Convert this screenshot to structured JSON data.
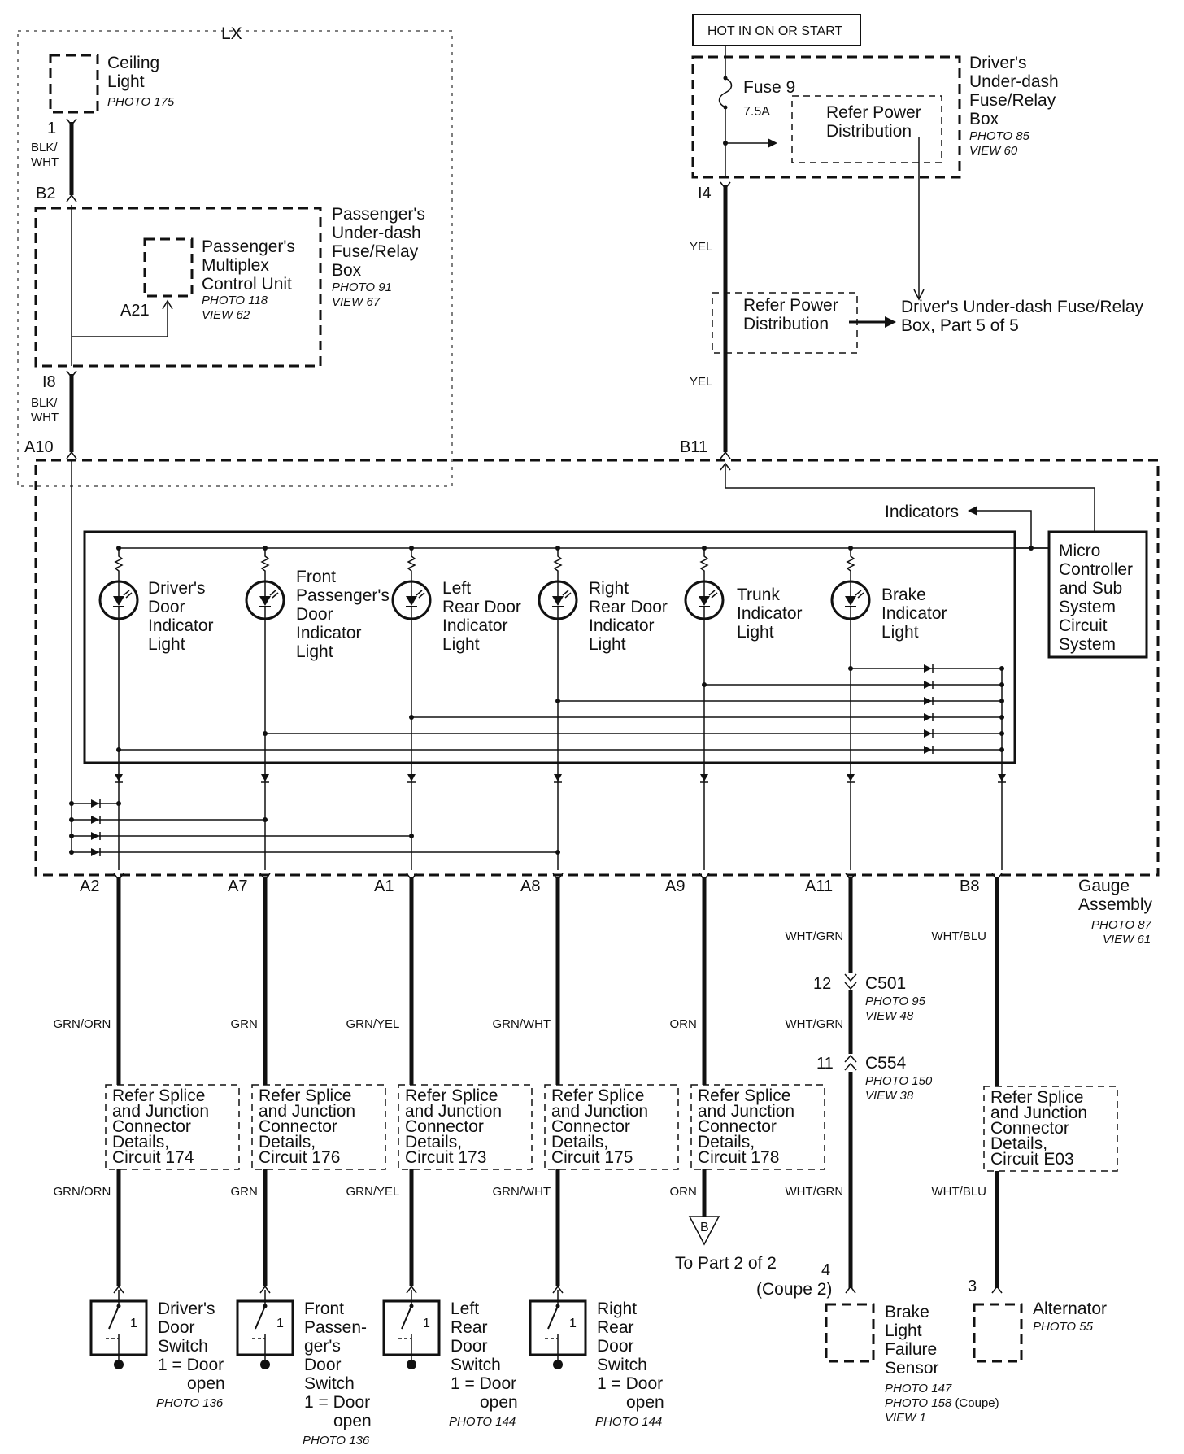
{
  "lx_label": "LX",
  "hot_label": "HOT IN ON OR START",
  "ceiling_light": {
    "lines": [
      "Ceiling",
      "Light"
    ],
    "photo": "PHOTO 175"
  },
  "pax_box": {
    "lines": [
      "Passenger's",
      "Under-dash",
      "Fuse/Relay",
      "Box"
    ],
    "photo": "PHOTO 91",
    "view": "VIEW 67"
  },
  "pax_mcu": {
    "lines": [
      "Passenger's",
      "Multiplex",
      "Control Unit"
    ],
    "photo": "PHOTO 118",
    "view": "VIEW 62",
    "pin": "A21"
  },
  "drv_box": {
    "lines": [
      "Driver's",
      "Under-dash",
      "Fuse/Relay",
      "Box"
    ],
    "photo": "PHOTO 85",
    "view": "VIEW 60"
  },
  "fuse": {
    "name": "Fuse 9",
    "rating": "7.5A"
  },
  "refer_power_1": [
    "Refer Power",
    "Distribution"
  ],
  "refer_power_2": [
    "Refer Power",
    "Distribution"
  ],
  "drv_box_part": [
    "Driver's Under-dash Fuse/Relay",
    "Box, Part 5 of 5"
  ],
  "pins_top": {
    "p1": "1",
    "b2": "B2",
    "i8": "I8",
    "a10": "A10",
    "i4": "I4",
    "b11": "B11"
  },
  "wires_top": {
    "blk_wht_1": [
      "BLK/",
      "WHT"
    ],
    "blk_wht_2": [
      "BLK/",
      "WHT"
    ],
    "yel_1": "YEL",
    "yel_2": "YEL"
  },
  "indicators_label": "Indicators",
  "micro": [
    "Micro",
    "Controller",
    "and Sub",
    "System",
    "Circuit",
    "System"
  ],
  "lamps": [
    {
      "lines": [
        "Driver's",
        "Door",
        "Indicator",
        "Light"
      ]
    },
    {
      "lines": [
        "Front",
        "Passenger's",
        "Door",
        "Indicator",
        "Light"
      ]
    },
    {
      "lines": [
        "Left",
        "Rear Door",
        "Indicator",
        "Light"
      ]
    },
    {
      "lines": [
        "Right",
        "Rear Door",
        "Indicator",
        "Light"
      ]
    },
    {
      "lines": [
        "Trunk",
        "Indicator",
        "Light"
      ]
    },
    {
      "lines": [
        "Brake",
        "Indicator",
        "Light"
      ]
    }
  ],
  "gauge": {
    "lines": [
      "Gauge",
      "Assembly"
    ],
    "photo": "PHOTO 87",
    "view": "VIEW 61"
  },
  "circuits": [
    {
      "pin": "A2",
      "wire": "GRN/ORN",
      "wire2": "GRN/ORN",
      "refer": [
        "Refer Splice",
        "and Junction",
        "Connector",
        "Details,",
        "Circuit 174"
      ]
    },
    {
      "pin": "A7",
      "wire": "GRN",
      "wire2": "GRN",
      "refer": [
        "Refer Splice",
        "and Junction",
        "Connector",
        "Details,",
        "Circuit 176"
      ]
    },
    {
      "pin": "A1",
      "wire": "GRN/YEL",
      "wire2": "GRN/YEL",
      "refer": [
        "Refer Splice",
        "and Junction",
        "Connector",
        "Details,",
        "Circuit 173"
      ]
    },
    {
      "pin": "A8",
      "wire": "GRN/WHT",
      "wire2": "GRN/WHT",
      "refer": [
        "Refer Splice",
        "and Junction",
        "Connector",
        "Details,",
        "Circuit 175"
      ]
    },
    {
      "pin": "A9",
      "wire": "ORN",
      "wire2": "ORN",
      "refer": [
        "Refer Splice",
        "and Junction",
        "Connector",
        "Details,",
        "Circuit 178"
      ]
    },
    {
      "pin": "A11",
      "wire": "WHT/GRN",
      "wire2": "WHT/GRN",
      "wire3": "WHT/GRN"
    },
    {
      "pin": "B8",
      "wire": "WHT/BLU",
      "wire2": "WHT/BLU",
      "refer": [
        "Refer Splice",
        "and Junction",
        "Connector",
        "Details,",
        "Circuit E03"
      ]
    }
  ],
  "c501": {
    "pin": "12",
    "name": "C501",
    "photo": "PHOTO 95",
    "view": "VIEW 48"
  },
  "c554": {
    "pin": "11",
    "name": "C554",
    "photo": "PHOTO 150",
    "view": "VIEW 38"
  },
  "to_part": {
    "letter": "B",
    "text": "To Part 2 of 2"
  },
  "switches": [
    {
      "lines": [
        "Driver's",
        "Door",
        "Switch",
        "1 = Door",
        "open"
      ],
      "photo": "PHOTO 136",
      "num": "1"
    },
    {
      "lines": [
        "Front",
        "Passen-",
        "ger's",
        "Door",
        "Switch",
        "1 = Door",
        "open"
      ],
      "photo": "PHOTO 136",
      "num": "1"
    },
    {
      "lines": [
        "Left",
        "Rear",
        "Door",
        "Switch",
        "1 = Door",
        "open"
      ],
      "photo": "PHOTO 144",
      "num": "1"
    },
    {
      "lines": [
        "Right",
        "Rear",
        "Door",
        "Switch",
        "1 = Door",
        "open"
      ],
      "photo": "PHOTO 144",
      "num": "1"
    }
  ],
  "brake_sensor": {
    "pin": "4",
    "note": "(Coupe 2)",
    "lines": [
      "Brake",
      "Light",
      "Failure",
      "Sensor"
    ],
    "photo": "PHOTO 147",
    "photo2": "PHOTO 158",
    "photo2_note": "(Coupe)",
    "view": "VIEW 1"
  },
  "alternator": {
    "pin": "3",
    "name": "Alternator",
    "photo": "PHOTO 55"
  }
}
